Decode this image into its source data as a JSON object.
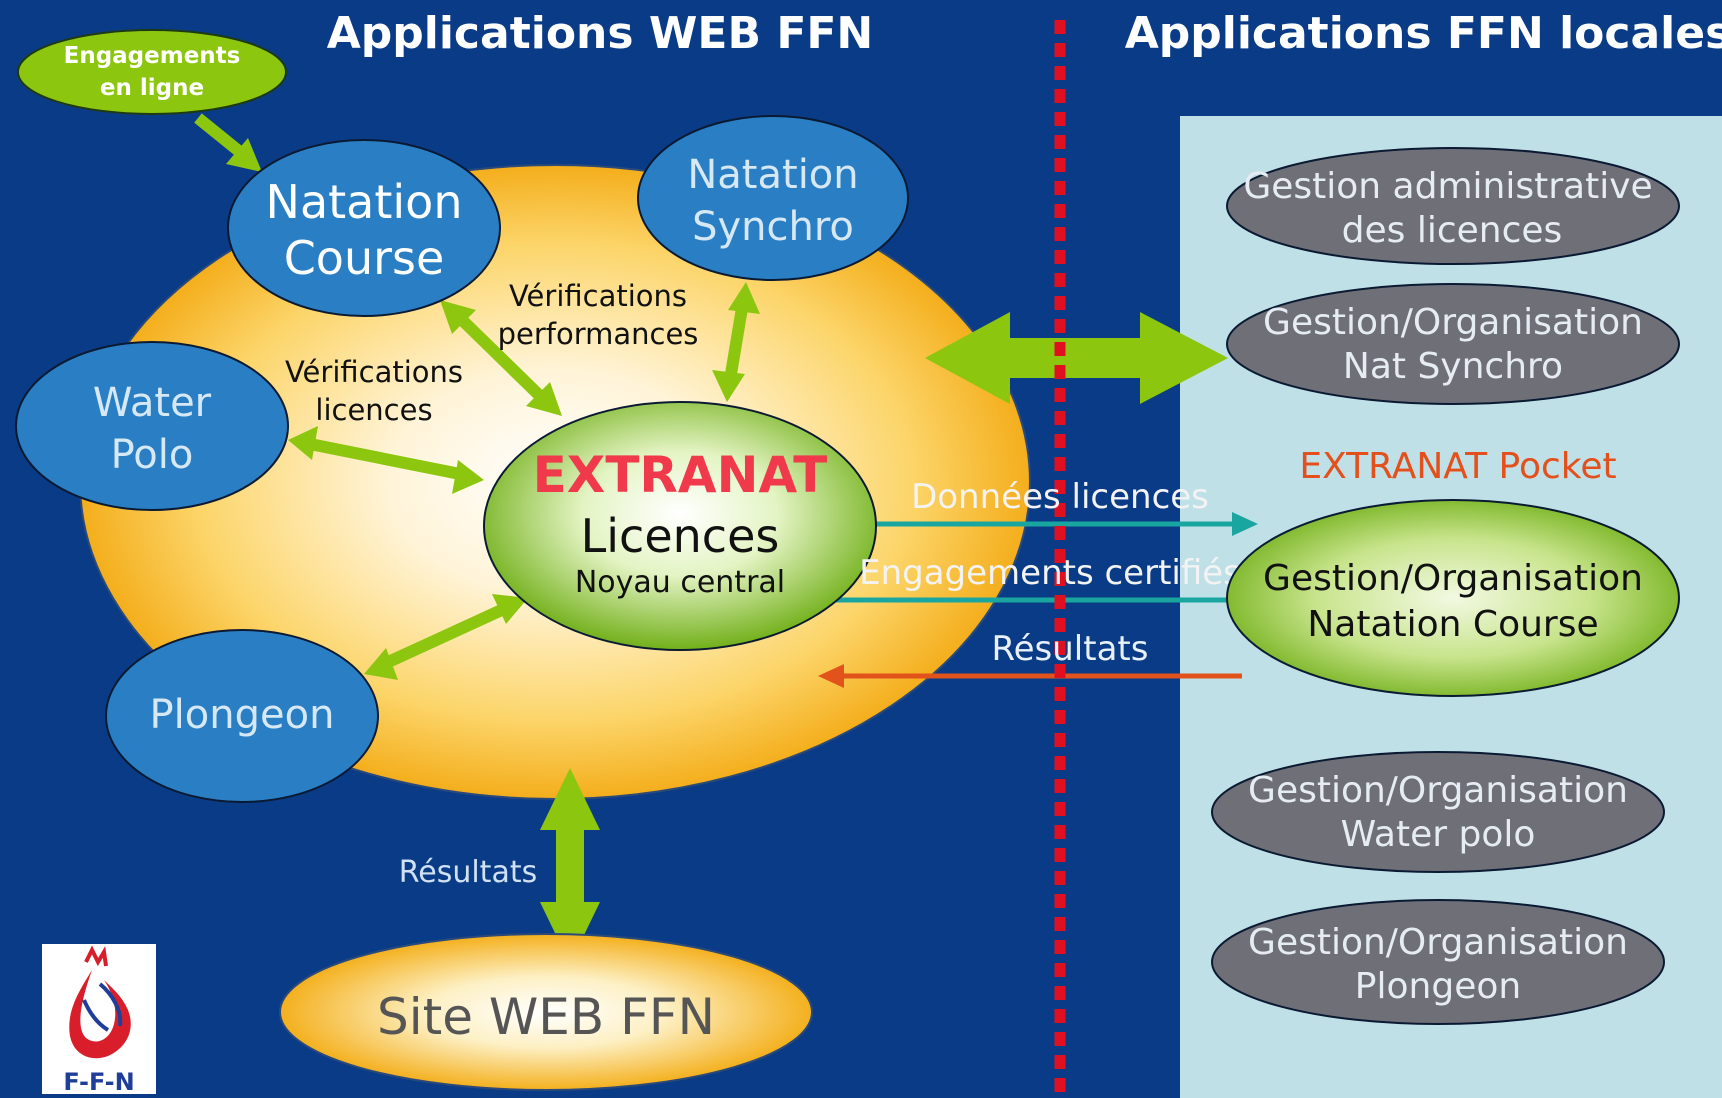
{
  "titles": {
    "web": "Applications WEB FFN",
    "local": "Applications FFN locales"
  },
  "web_nodes": {
    "engagements_en_ligne": [
      "Engagements",
      "en ligne"
    ],
    "natation_course": [
      "Natation",
      "Course"
    ],
    "natation_synchro": [
      "Natation",
      "Synchro"
    ],
    "water_polo": [
      "Water",
      "Polo"
    ],
    "plongeon": "Plongeon",
    "site_web": "Site WEB FFN"
  },
  "core": {
    "brand": "EXTRANAT",
    "title": "Licences",
    "subtitle": "Noyau central"
  },
  "labels": {
    "verif_performances": [
      "Vérifications",
      "performances"
    ],
    "verif_licences": [
      "Vérifications",
      "licences"
    ],
    "resultats_site": "Résultats",
    "donnees_licences": "Données licences",
    "engagements_certifies": "Engagements certifiés",
    "resultats_local": "Résultats"
  },
  "local_nodes": {
    "gestion_admin": [
      "Gestion administrative",
      "des licences"
    ],
    "gestion_synchro": [
      "Gestion/Organisation",
      "Nat Synchro"
    ],
    "extranat_pocket": "EXTRANAT Pocket",
    "gestion_course": [
      "Gestion/Organisation",
      "Natation Course"
    ],
    "gestion_water": [
      "Gestion/Organisation",
      "Water polo"
    ],
    "gestion_plongeon": [
      "Gestion/Organisation",
      "Plongeon"
    ]
  },
  "logo": {
    "text": "F-F-N"
  },
  "colors": {
    "background": "#0a3b86",
    "panel": "#bfe0e6",
    "divider": "#e01020",
    "orange_disc": "#f7b92a",
    "blue_node": "#2a7fc4",
    "grey_node": "#6f6f78",
    "green_node": "#7dbb1a",
    "green_arrow": "#8cc60e",
    "teal_arrow": "#1aa6a0",
    "orange_arrow": "#e2531b",
    "extranat_red": "#f03a4c",
    "pocket_orange": "#e4501b"
  }
}
